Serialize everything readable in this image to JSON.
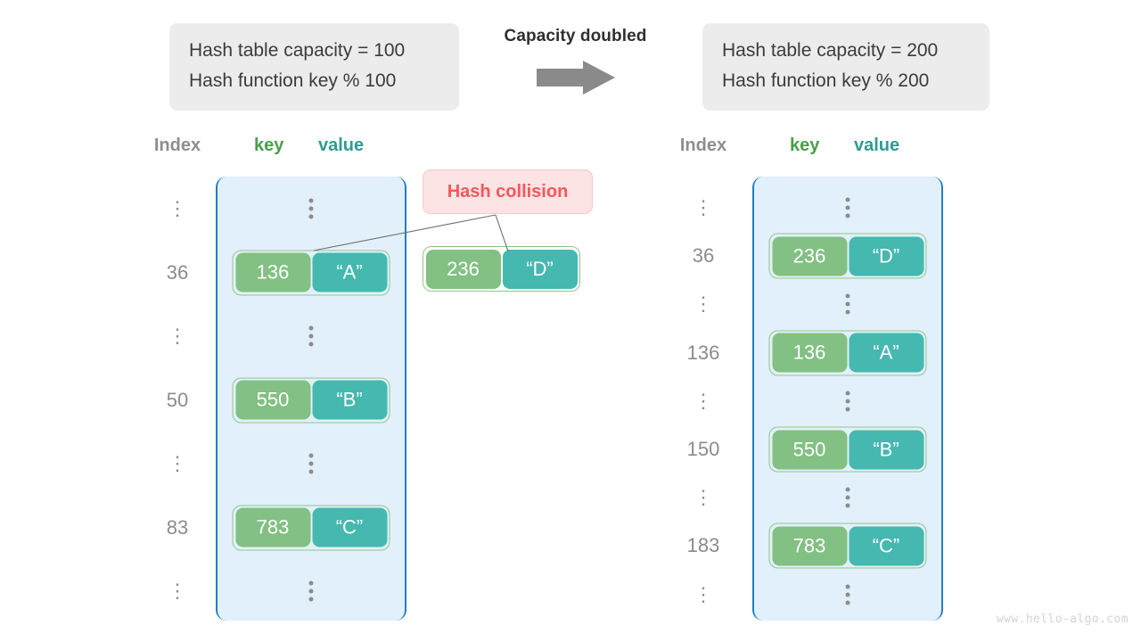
{
  "colors": {
    "key_green": "#82c083",
    "key_green_border": "#8ec787",
    "value_teal": "#45b8b0",
    "bucket_fill": "#e2f0fb",
    "bucket_border": "#1f7fc4",
    "info_bg": "#ececec",
    "collision_bg": "#fce3e4",
    "collision_border": "#f7cacb",
    "collision_text": "#f4575d",
    "index_text": "#8c8c8c",
    "head_key": "#47a04b",
    "head_value": "#2e9b92",
    "arrow_gray": "#8a8a8a",
    "watermark": "#d3d3d3"
  },
  "info_left": {
    "line1": "Hash table capacity = 100",
    "line2": "Hash function key % 100"
  },
  "info_right": {
    "line1": "Hash table capacity = 200",
    "line2": "Hash function key % 200"
  },
  "transition": {
    "label": "Capacity doubled",
    "arrow_icon": "arrow-right-icon"
  },
  "headers": {
    "index": "Index",
    "key": "key",
    "value": "value"
  },
  "collision": {
    "label": "Hash collision"
  },
  "dots_glyph": "⋮",
  "left_panel": {
    "rows": [
      {
        "index": "⋮",
        "type": "dots"
      },
      {
        "index": "36",
        "type": "pair",
        "key": "136",
        "value": "“A”"
      },
      {
        "index": "⋮",
        "type": "dots"
      },
      {
        "index": "50",
        "type": "pair",
        "key": "550",
        "value": "“B”"
      },
      {
        "index": "⋮",
        "type": "dots"
      },
      {
        "index": "83",
        "type": "pair",
        "key": "783",
        "value": "“C”"
      },
      {
        "index": "⋮",
        "type": "dots"
      }
    ]
  },
  "floating_pair": {
    "key": "236",
    "value": "“D”"
  },
  "right_panel": {
    "rows": [
      {
        "index": "⋮",
        "type": "dots"
      },
      {
        "index": "36",
        "type": "pair",
        "key": "236",
        "value": "“D”"
      },
      {
        "index": "⋮",
        "type": "dots"
      },
      {
        "index": "136",
        "type": "pair",
        "key": "136",
        "value": "“A”"
      },
      {
        "index": "⋮",
        "type": "dots"
      },
      {
        "index": "150",
        "type": "pair",
        "key": "550",
        "value": "“B”"
      },
      {
        "index": "⋮",
        "type": "dots"
      },
      {
        "index": "183",
        "type": "pair",
        "key": "783",
        "value": "“C”"
      },
      {
        "index": "⋮",
        "type": "dots"
      }
    ]
  },
  "watermark": "www.hello-algo.com"
}
